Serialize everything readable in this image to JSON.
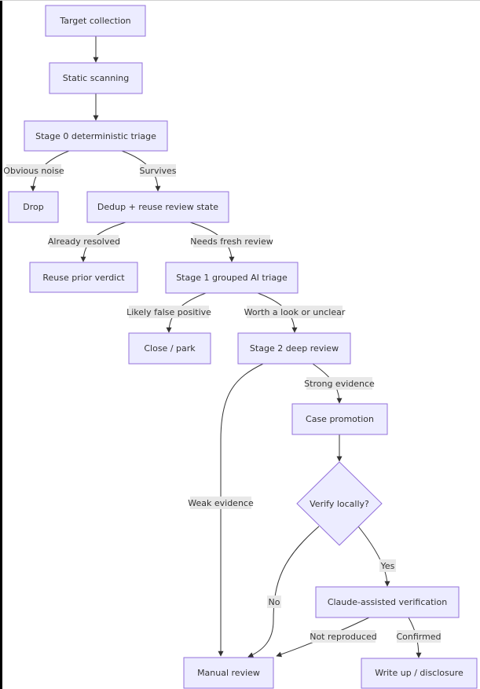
{
  "nodes": {
    "target_collection": "Target collection",
    "static_scanning": "Static scanning",
    "stage0": "Stage 0 deterministic triage",
    "drop": "Drop",
    "dedup": "Dedup + reuse review state",
    "reuse_prior": "Reuse prior verdict",
    "stage1": "Stage 1 grouped AI triage",
    "close_park": "Close / park",
    "stage2": "Stage 2 deep review",
    "case_promotion": "Case promotion",
    "verify_locally": "Verify locally?",
    "claude_verification": "Claude-assisted verification",
    "manual_review": "Manual review",
    "write_up": "Write up / disclosure"
  },
  "edges": {
    "obvious_noise": "Obvious noise",
    "survives": "Survives",
    "already_resolved": "Already resolved",
    "needs_fresh_review": "Needs fresh review",
    "likely_false_positive": "Likely false positive",
    "worth_a_look": "Worth a look or unclear",
    "strong_evidence": "Strong evidence",
    "weak_evidence": "Weak evidence",
    "yes": "Yes",
    "no": "No",
    "not_reproduced": "Not reproduced",
    "confirmed": "Confirmed"
  },
  "colors": {
    "node_fill": "#ECECFF",
    "node_stroke": "#9370DB",
    "edge": "#333333",
    "label_bg": "#e8e8e8"
  }
}
